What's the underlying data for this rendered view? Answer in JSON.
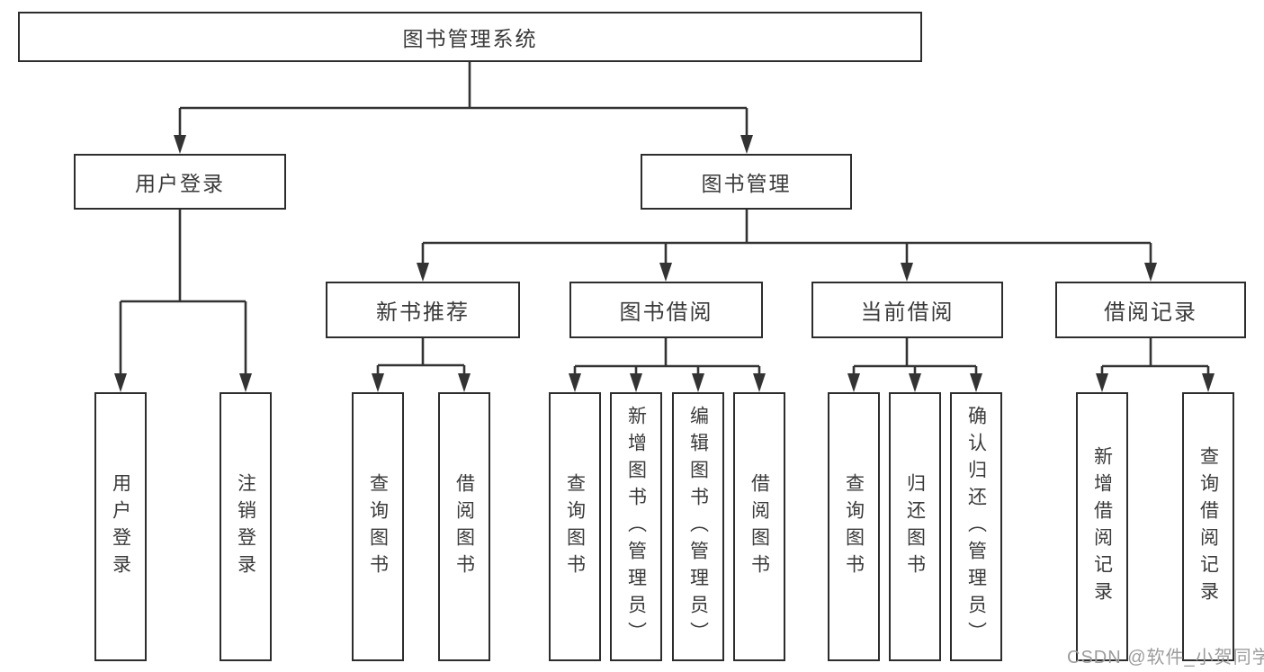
{
  "diagram": {
    "kind": "function-structure-tree",
    "background": "#ffffff"
  },
  "tree": {
    "label": "图书管理系统",
    "children": [
      {
        "label": "用户登录",
        "children": [
          {
            "label": "用户登录"
          },
          {
            "label": "注销登录"
          }
        ]
      },
      {
        "label": "图书管理",
        "children": [
          {
            "label": "新书推荐",
            "children": [
              {
                "label": "查询图书"
              },
              {
                "label": "借阅图书"
              }
            ]
          },
          {
            "label": "图书借阅",
            "children": [
              {
                "label": "查询图书"
              },
              {
                "label": "新增图书（管理员）"
              },
              {
                "label": "编辑图书（管理员）"
              },
              {
                "label": "借阅图书"
              }
            ]
          },
          {
            "label": "当前借阅",
            "children": [
              {
                "label": "查询图书"
              },
              {
                "label": "归还图书"
              },
              {
                "label": "确认归还（管理员）"
              }
            ]
          },
          {
            "label": "借阅记录",
            "children": [
              {
                "label": "新增借阅记录"
              },
              {
                "label": "查询借阅记录"
              }
            ]
          }
        ]
      }
    ]
  },
  "watermark": {
    "text": "CSDN @软件_小贺同学"
  },
  "colors": {
    "line": "#333333",
    "box_border": "#2d2d2d",
    "text": "#3a3a3a",
    "watermark": "#9c9c9c",
    "background": "#ffffff"
  }
}
